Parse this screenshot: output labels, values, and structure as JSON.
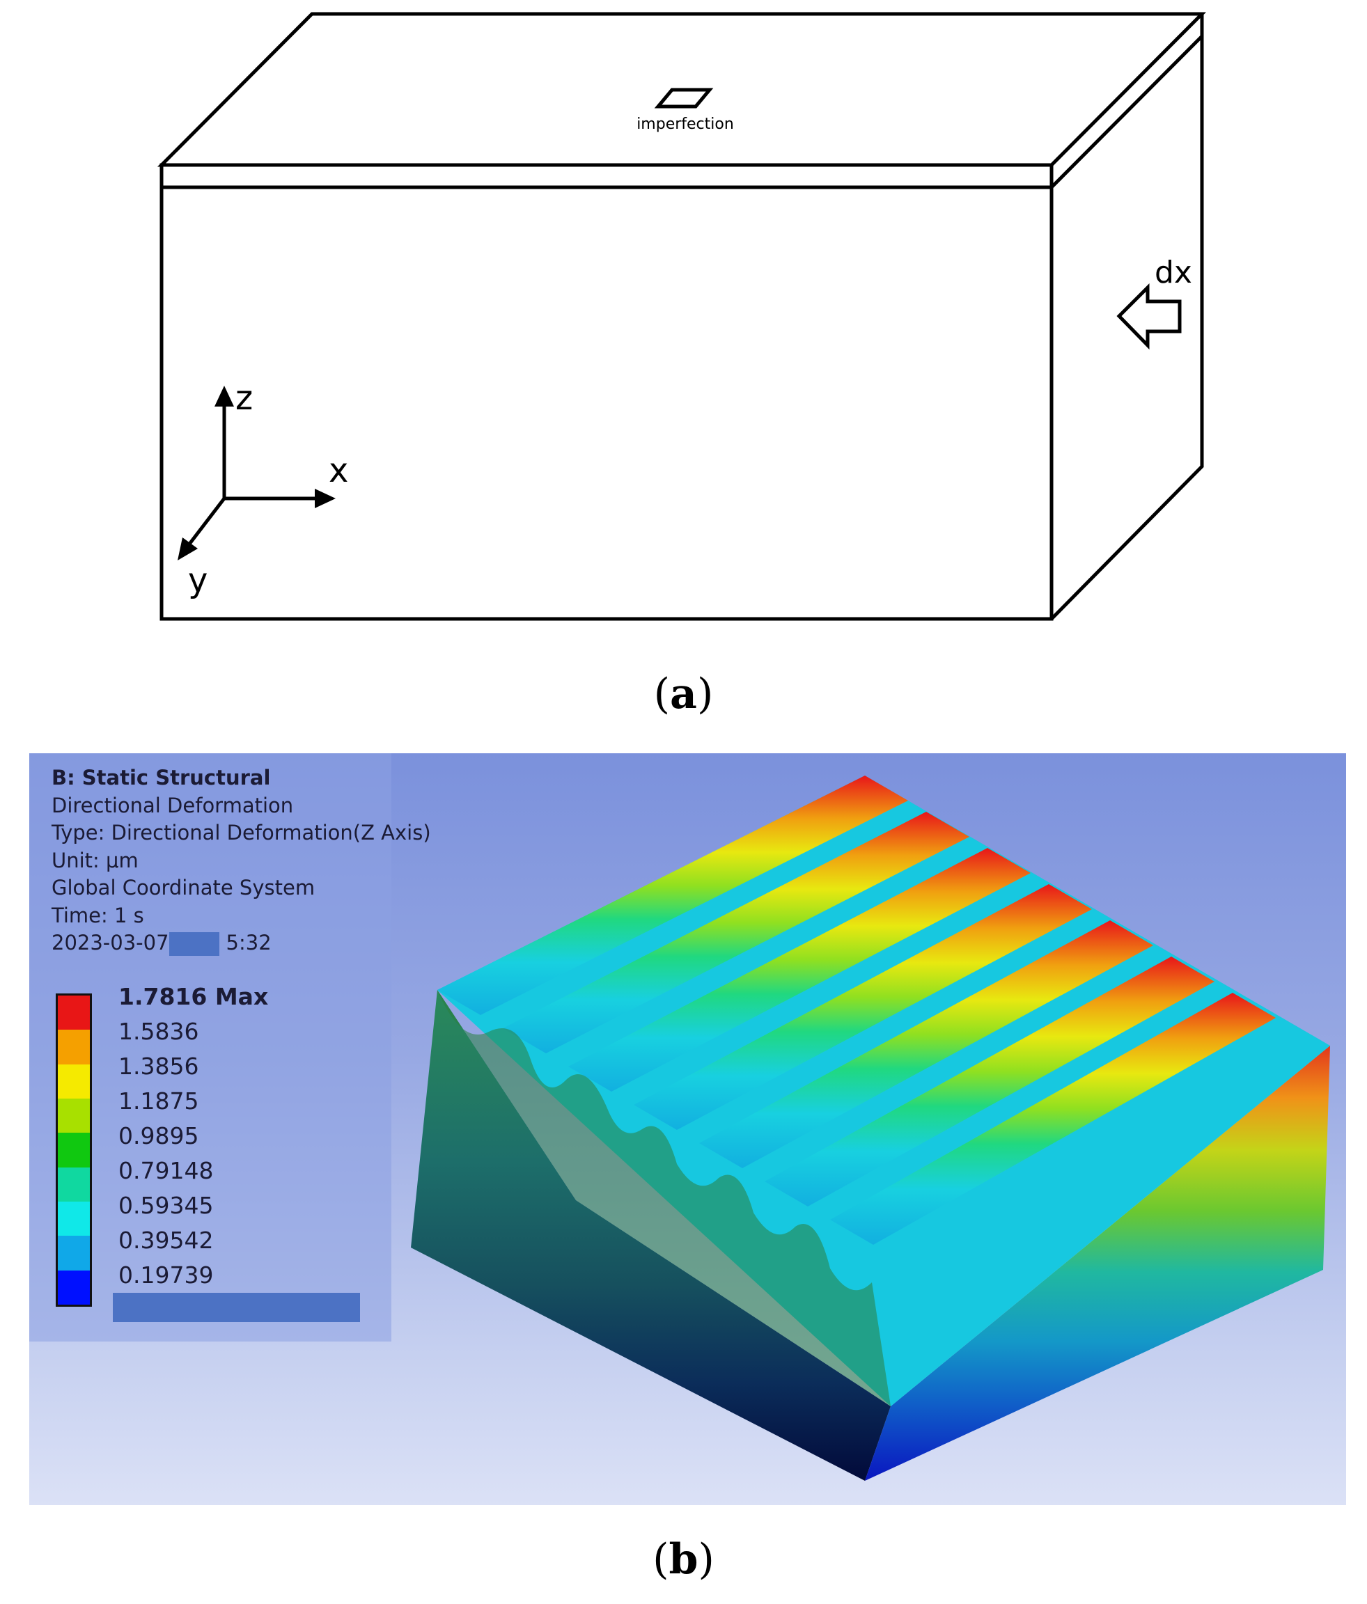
{
  "figure_a": {
    "labels": {
      "imperfection": "imperfection",
      "dx": "dx",
      "axis_z": "z",
      "axis_x": "x",
      "axis_y": "y"
    }
  },
  "captions": {
    "a_letter": "a",
    "b_letter": "b"
  },
  "figure_b": {
    "title": "B: Static Structural",
    "result_name": "Directional Deformation",
    "type_line": "Type: Directional Deformation(Z Axis)",
    "unit_line": "Unit: μm",
    "coordinate_line": "Global Coordinate System",
    "time_line": "Time: 1 s",
    "date_prefix": "2023-03-07",
    "date_suffix": "5:32",
    "legend": {
      "max_label": "1.7816 Max",
      "levels": [
        "1.5836",
        "1.3856",
        "1.1875",
        "0.9895",
        "0.79148",
        "0.59345",
        "0.39542",
        "0.19739"
      ],
      "colors": [
        "#e81616",
        "#f5a000",
        "#f5ea00",
        "#a8e000",
        "#10c810",
        "#10d8a0",
        "#10e8e8",
        "#10a8e8",
        "#0010ff"
      ]
    }
  }
}
